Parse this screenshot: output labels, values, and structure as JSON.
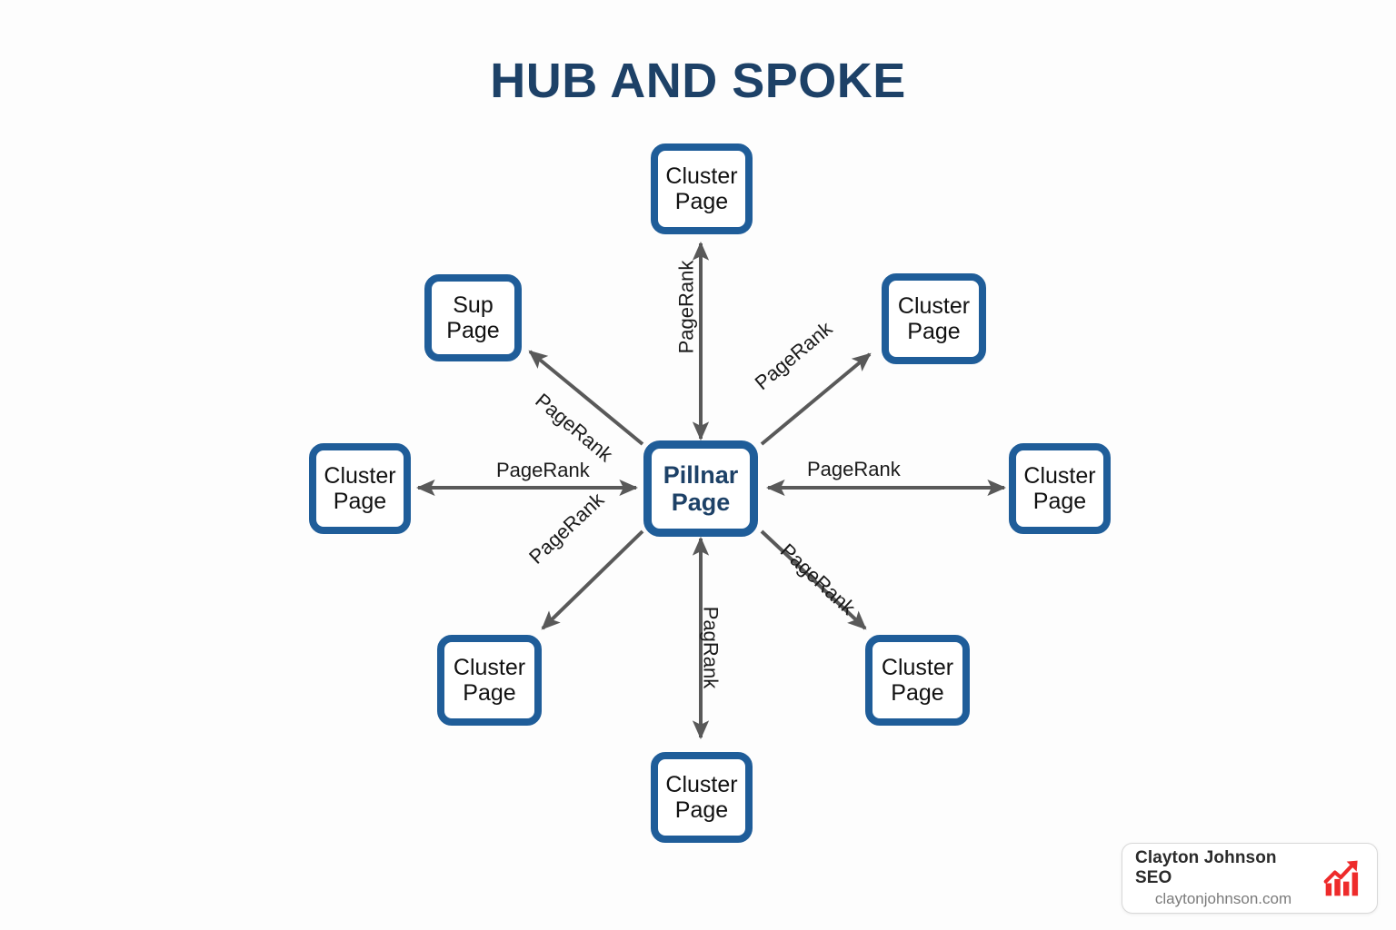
{
  "title": "HUB AND SPOKE",
  "colors": {
    "title": "#1d4167",
    "node_border": "#1f5d99",
    "node_text": "#111111",
    "hub_text": "#1d4167",
    "arrow": "#595959",
    "brand_accent": "#ee2b2b",
    "background": "#fdfdfd"
  },
  "hub": {
    "label": "Pillnar\nPage",
    "line1": "Pillnar",
    "line2": "Page"
  },
  "nodes": [
    {
      "id": "cluster-top",
      "label": "Cluster\nPage",
      "position": "top"
    },
    {
      "id": "cluster-top-right",
      "label": "Cluster\nPage",
      "position": "top-right"
    },
    {
      "id": "cluster-right",
      "label": "Cluster\nPage",
      "position": "right"
    },
    {
      "id": "cluster-bottom-right",
      "label": "Cluster\nPage",
      "position": "bottom-right"
    },
    {
      "id": "cluster-bottom",
      "label": "Cluster\nPage",
      "position": "bottom"
    },
    {
      "id": "cluster-bottom-left",
      "label": "Cluster\nPage",
      "position": "bottom-left"
    },
    {
      "id": "cluster-left",
      "label": "Cluster\nPage",
      "position": "left"
    },
    {
      "id": "sup-top-left",
      "label": "Sup\nPage",
      "position": "top-left"
    }
  ],
  "edges": [
    {
      "id": "edge-top",
      "label": "PageRank",
      "arrowheads": "both",
      "orientation": "vertical"
    },
    {
      "id": "edge-top-right",
      "label": "PageRank",
      "arrowheads": "end",
      "orientation": "diagonal"
    },
    {
      "id": "edge-right",
      "label": "PageRank",
      "arrowheads": "both",
      "orientation": "horizontal"
    },
    {
      "id": "edge-bottom-right",
      "label": "PageRank",
      "arrowheads": "end",
      "orientation": "diagonal"
    },
    {
      "id": "edge-bottom",
      "label": "PagRank",
      "arrowheads": "both",
      "orientation": "vertical"
    },
    {
      "id": "edge-bottom-left",
      "label": "PageRank",
      "arrowheads": "end",
      "orientation": "diagonal"
    },
    {
      "id": "edge-left",
      "label": "PageRank",
      "arrowheads": "both",
      "orientation": "horizontal"
    },
    {
      "id": "edge-top-left",
      "label": "PageRank",
      "arrowheads": "end",
      "orientation": "diagonal"
    }
  ],
  "brand": {
    "name": "Clayton Johnson SEO",
    "url": "claytonjohnson.com",
    "logo": "growth-chart-icon"
  }
}
